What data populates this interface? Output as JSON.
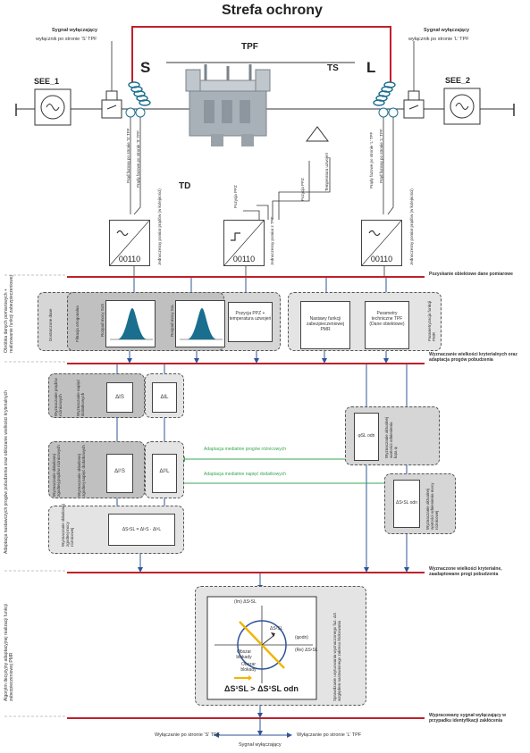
{
  "header": {
    "title": "Strefa ochrony",
    "tpf": "TPF",
    "ts": "TS",
    "td": "TD",
    "side_s": "S",
    "side_l": "L"
  },
  "sources": {
    "left": "SEE_1",
    "right": "SEE_2"
  },
  "trip_labels": {
    "left_title": "Sygnał wyłączający",
    "left_sub": "wyłącznik po stronie ‘S’ TPF",
    "right_title": "Sygnał wyłączający",
    "right_sub": "wyłącznik po stronie ‘L’ TPF"
  },
  "measurements": {
    "m1": "Prąd fazowy po stronie ‘S’ TPF",
    "m2": "Prądy fazowe po stronie ‘S’ TPF",
    "m3": "Pozycja PPZ",
    "m4": "Pozycja PPZ",
    "m5": "Temperatura uzwojeń",
    "m6": "Prądy fazowe po stronie ‘L’ TPF",
    "m7": "Prąd fazowy po stronie ‘L’ TPF"
  },
  "converters": {
    "code": "00110",
    "c1_label": "Jednoczesny pomiar prądów (w kolejności)",
    "c2_label": "Jednoczesny pomiar z TPF",
    "c3_label": "Jednoczesny pomiar prądów (w kolejności)"
  },
  "stages": {
    "s1": "Pozyskanie obiektowe dane pomiarowe",
    "s2": "Wyznaczanie wielkości kryterialnych oraz adaptacja progów pobudzenia",
    "s3": "Wyznaczone wielkości kryterialne, zaadaptowane progi pobudzenia",
    "s4": "Wypracowany sygnał wyłączający w przypadku identyfikacji zakłócenia"
  },
  "side_labels": {
    "a": "Obróbka danych pomiarowych + realizowanie funkcji zabezpieczeniowej",
    "b": "Adaptacja nastawczych progów pobudzenia oraz obliczanie wielkości kryterialnych",
    "c": "Algorytm decyzyjny adaptacyjnej realizacji funkcji zabezpieczeniowej PMR"
  },
  "zone1": {
    "label": "Dostarczone dane",
    "filter": "Filtracja ortogonalna",
    "osc1": "Rozpad mocy SxS",
    "osc2": "Rozpad mocy SxL",
    "ppz": "Pozycja PPZ + temperatura uzwojeń",
    "nastawy": "Nastawy funkcji zabezpieczeniowej PMR",
    "param": "Parametry techniczne TPF (Dane obiektowe)",
    "param_label": "Parametryzacja funkcji PMR"
  },
  "zone2": {
    "z1_label": "Wyznaczanie prądów różnicowych",
    "z2_label": "Wyznaczanie napięć dodatkowych",
    "b1": "ΔIS",
    "b2": "ΔIL",
    "z3_label": "Wyznaczanie składowej zgodnej prądów różnicowych",
    "z4_label": "Wyznaczanie składowej zgodnej napięć dodatkowych",
    "b3": "ΔI¹S",
    "b4": "ΔI¹L",
    "z5_label": "Wyznaczanie składowej zgodnej mocy różnicowej",
    "b5": "ΔS¹SL = ΔI¹S · ΔI¹L",
    "adapt1": "Adaptacja mediatnie progów różnicowych",
    "adapt2": "Adaptacja mediatnie napięć dodatkowych",
    "r1_label": "Wyznaczanie aktualnej wartości odniesienia kąta φ",
    "r1_box": "φSL odn",
    "r2_label": "Wyznaczanie aktualnej wartości odniesienia mocy różnicowej",
    "r2_box": "ΔS¹SL odn"
  },
  "zone3": {
    "side_label": "Sprawdzanie usytuowania wyznaczonego faz. ΔS względem nastawionego zakresu blokowania",
    "im_axis": "(Im) ΔS¹SL",
    "re_axis": "(Re) ΔS¹SL",
    "fi_label": "(φodn)",
    "inner_label": "ΔS¹SL",
    "obszar1": "Obszar blokady",
    "obszar2": "Obszar blokady",
    "formula": "ΔS¹SL > ΔS¹SL odn"
  },
  "bottom": {
    "left": "Wyłączanie po stronie ‘S’ TPF",
    "right": "Wyłączanie po stronie ‘L’ TPF",
    "center": "Sygnał wyłączający"
  },
  "colors": {
    "red": "#c0202a",
    "blue": "#2f5597",
    "green": "#3aa655",
    "teal": "#1a6e8e"
  }
}
